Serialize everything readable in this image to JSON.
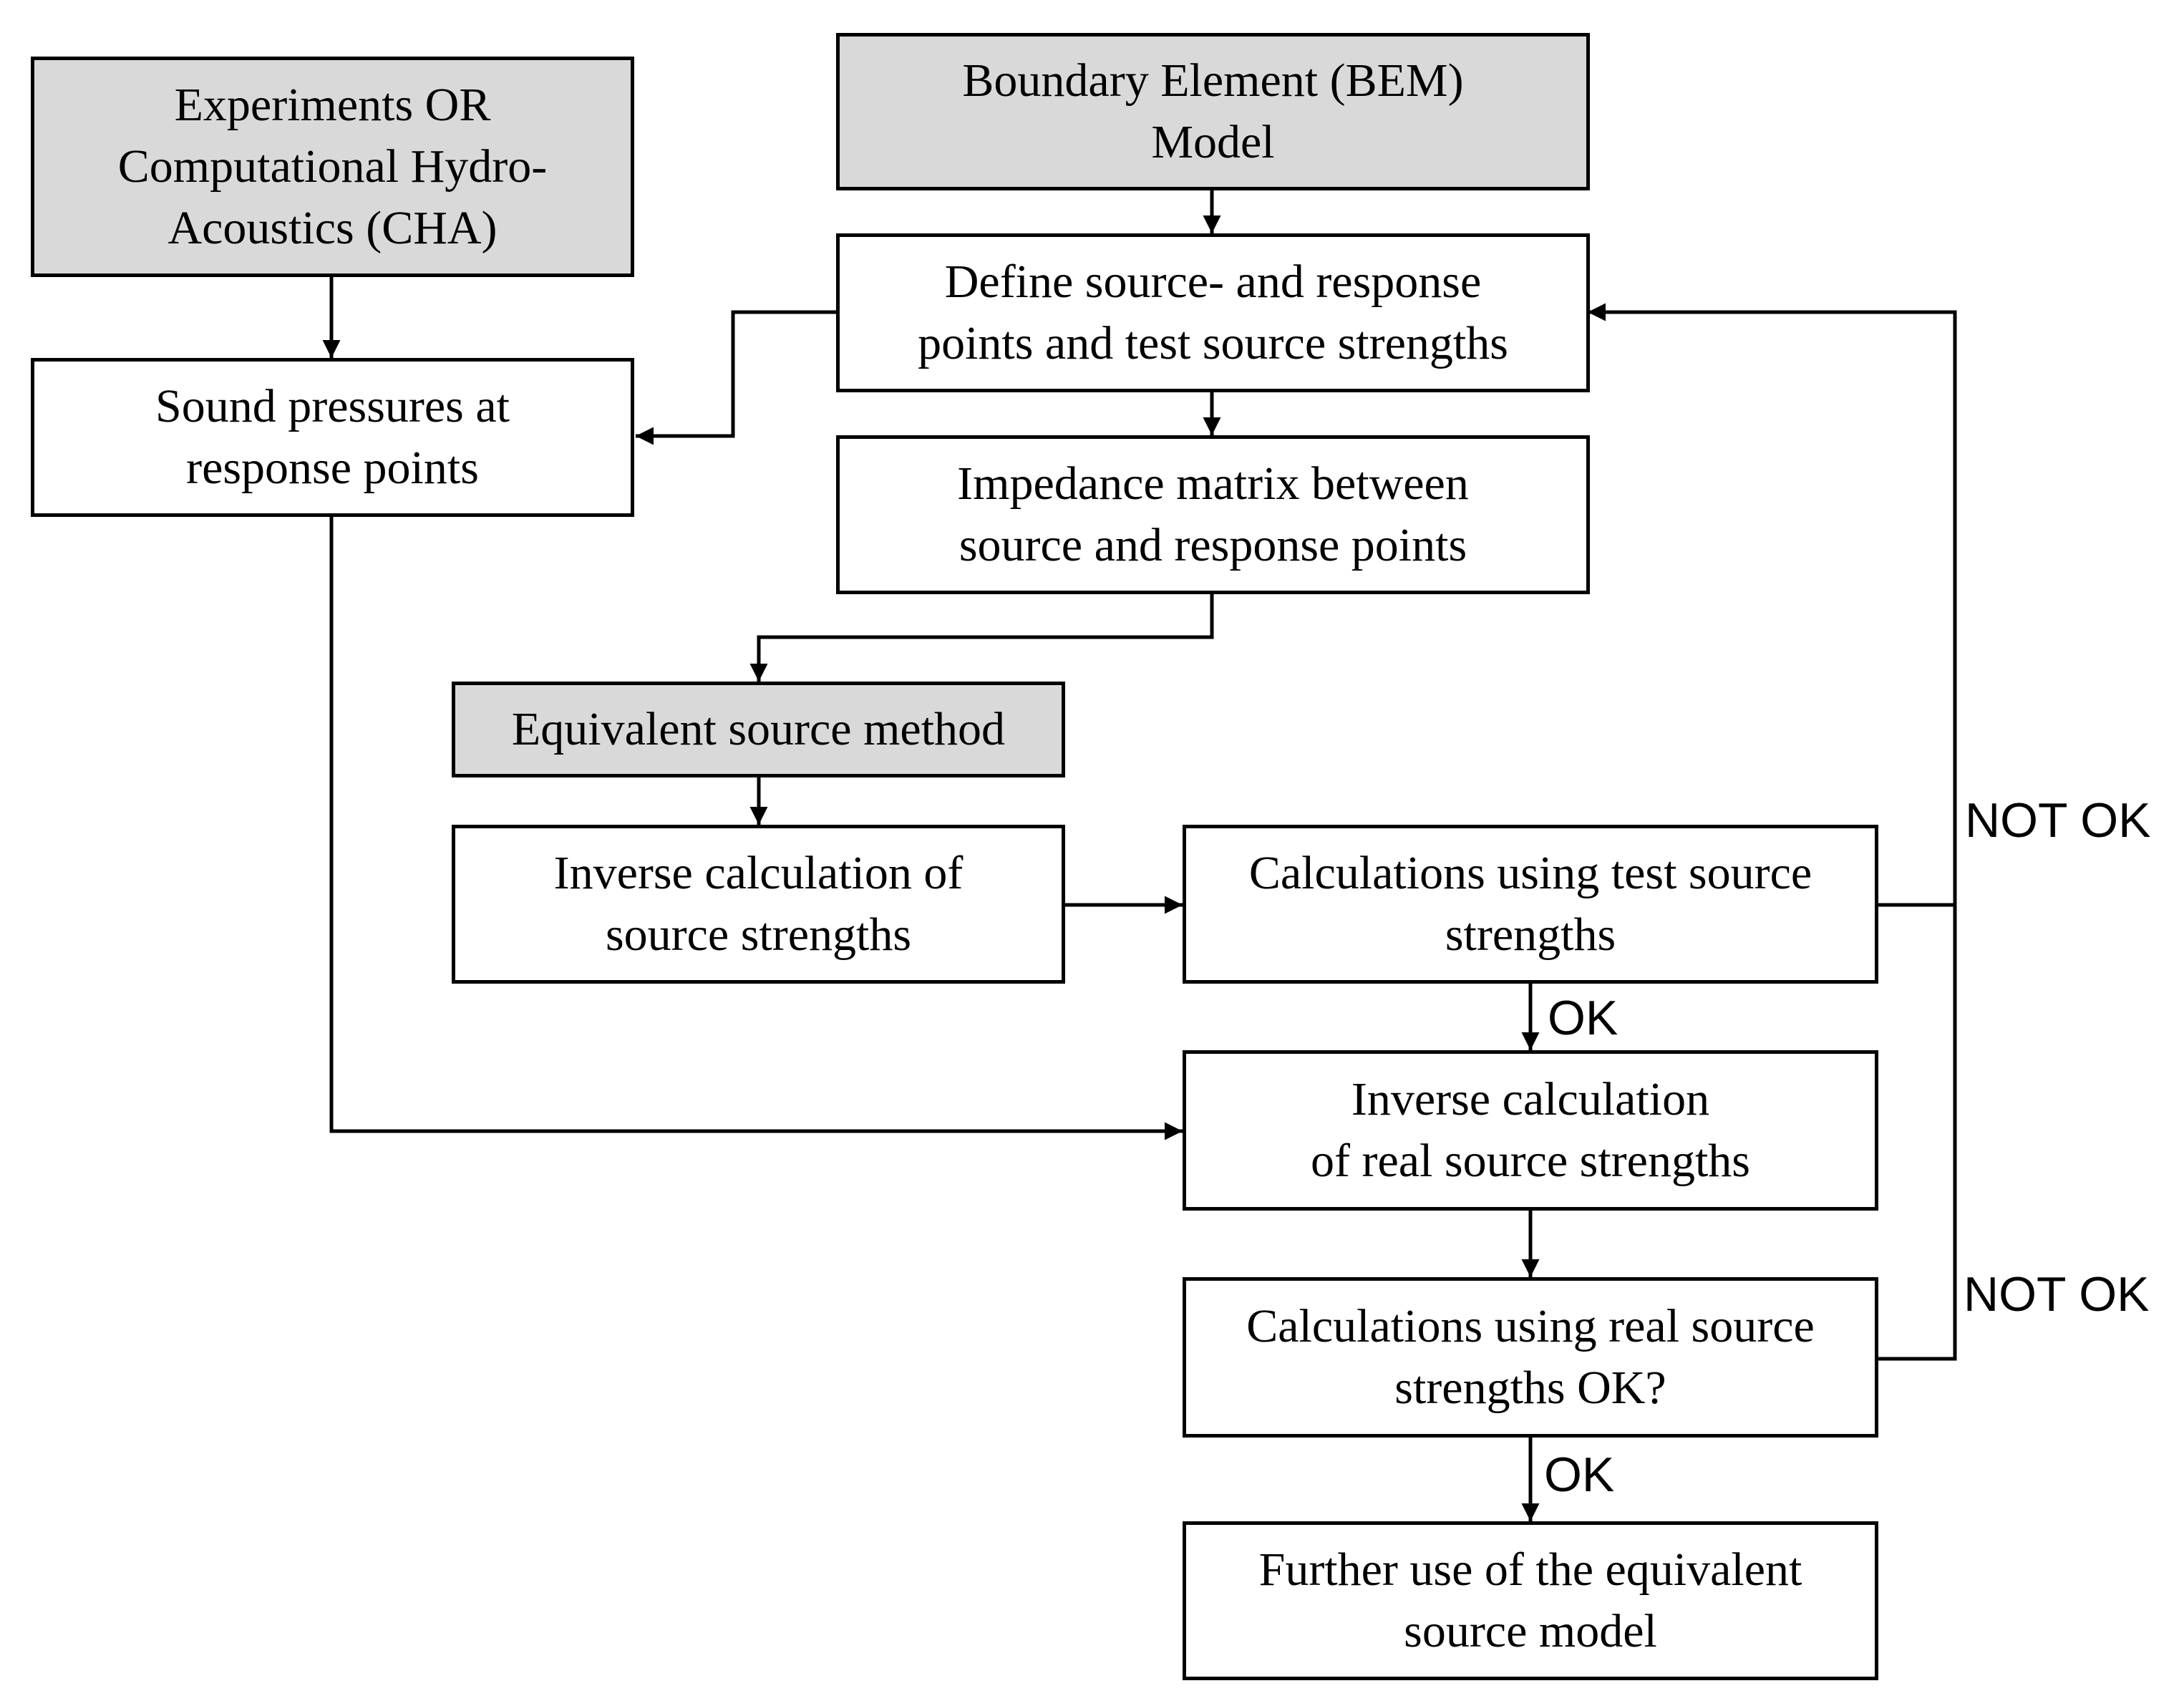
{
  "nodes": {
    "experiments": "Experiments OR\nComputational Hydro-\nAcoustics (CHA)",
    "bem": "Boundary Element (BEM)\nModel",
    "define_points": "Define source- and response\npoints and test source strengths",
    "sound_pressures": "Sound pressures at\nresponse points",
    "impedance_matrix": "Impedance matrix between\nsource and response points",
    "equivalent_source": "Equivalent source method",
    "inverse_source": "Inverse calculation of\nsource strengths",
    "calc_test": "Calculations using test source\nstrengths",
    "inverse_real": "Inverse calculation\nof real source strengths",
    "calc_real": "Calculations using real source\nstrengths OK?",
    "further_use": "Further use of the equivalent\nsource model"
  },
  "edge_labels": {
    "not_ok_test": "NOT OK",
    "ok_test": "OK",
    "not_ok_real": "NOT OK",
    "ok_real": "OK"
  },
  "colors": {
    "shaded_fill": "#d9d9d9",
    "plain_fill": "#ffffff",
    "stroke": "#000000"
  }
}
